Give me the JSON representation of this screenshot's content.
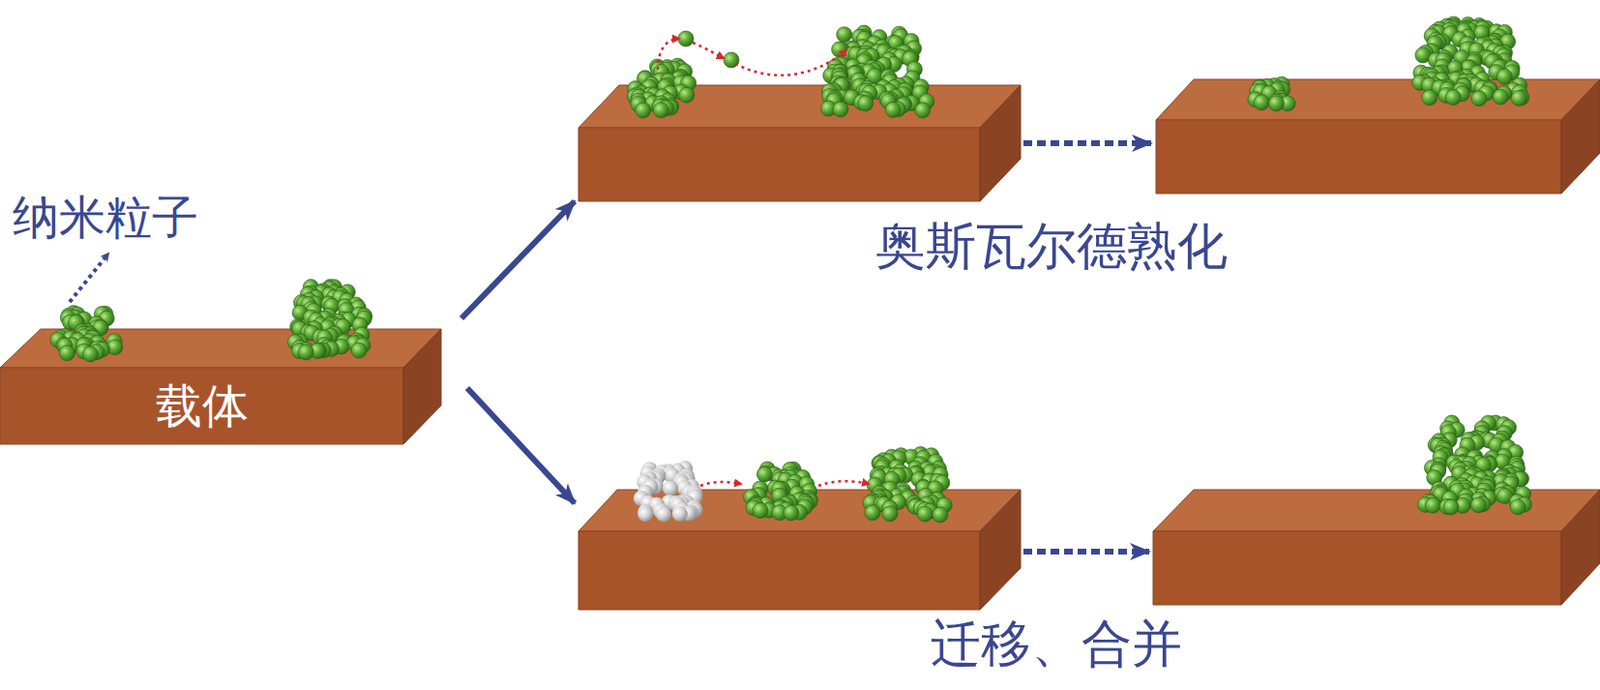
{
  "diagram": {
    "nodes": [
      {
        "text": [
          "载体"
        ]
      }
    ],
    "labels": [
      "纳米粒子",
      "奥斯瓦尔德熟化",
      "迁移、合并"
    ]
  }
}
